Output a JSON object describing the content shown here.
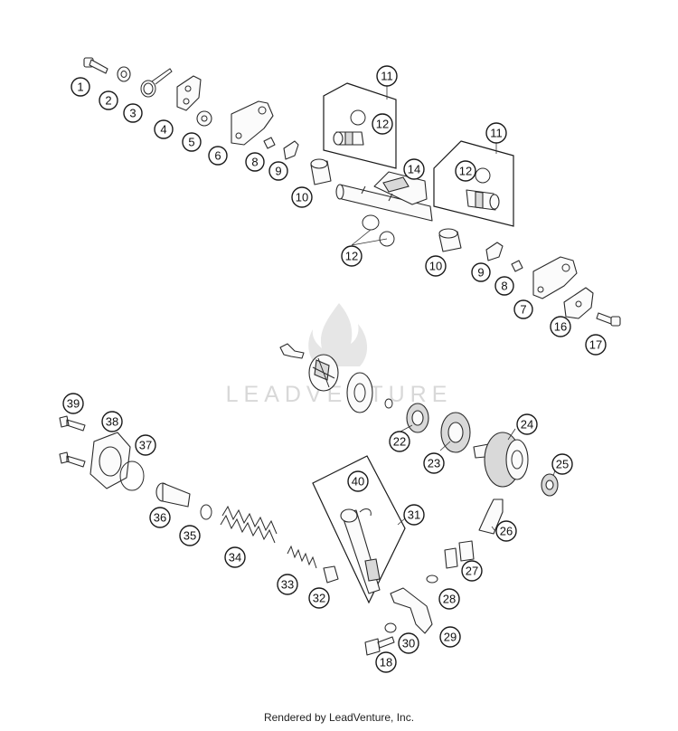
{
  "watermark": {
    "text": "LEADVENTURE"
  },
  "footer": {
    "text": "Rendered by LeadVenture, Inc."
  },
  "callouts": {
    "c1": "1",
    "c2": "2",
    "c3": "3",
    "c4": "4",
    "c5": "5",
    "c6": "6",
    "c7": "7",
    "c8a": "8",
    "c8b": "8",
    "c9a": "9",
    "c9b": "9",
    "c10a": "10",
    "c10b": "10",
    "c11a": "11",
    "c11b": "11",
    "c12a": "12",
    "c12b": "12",
    "c12c": "12",
    "c14": "14",
    "c16": "16",
    "c17": "17",
    "c18": "18",
    "c22": "22",
    "c23": "23",
    "c24": "24",
    "c25": "25",
    "c26": "26",
    "c27": "27",
    "c28": "28",
    "c29": "29",
    "c30": "30",
    "c31": "31",
    "c32": "32",
    "c33": "33",
    "c34": "34",
    "c35": "35",
    "c36": "36",
    "c37": "37",
    "c38": "38",
    "c39": "39",
    "c40": "40"
  }
}
